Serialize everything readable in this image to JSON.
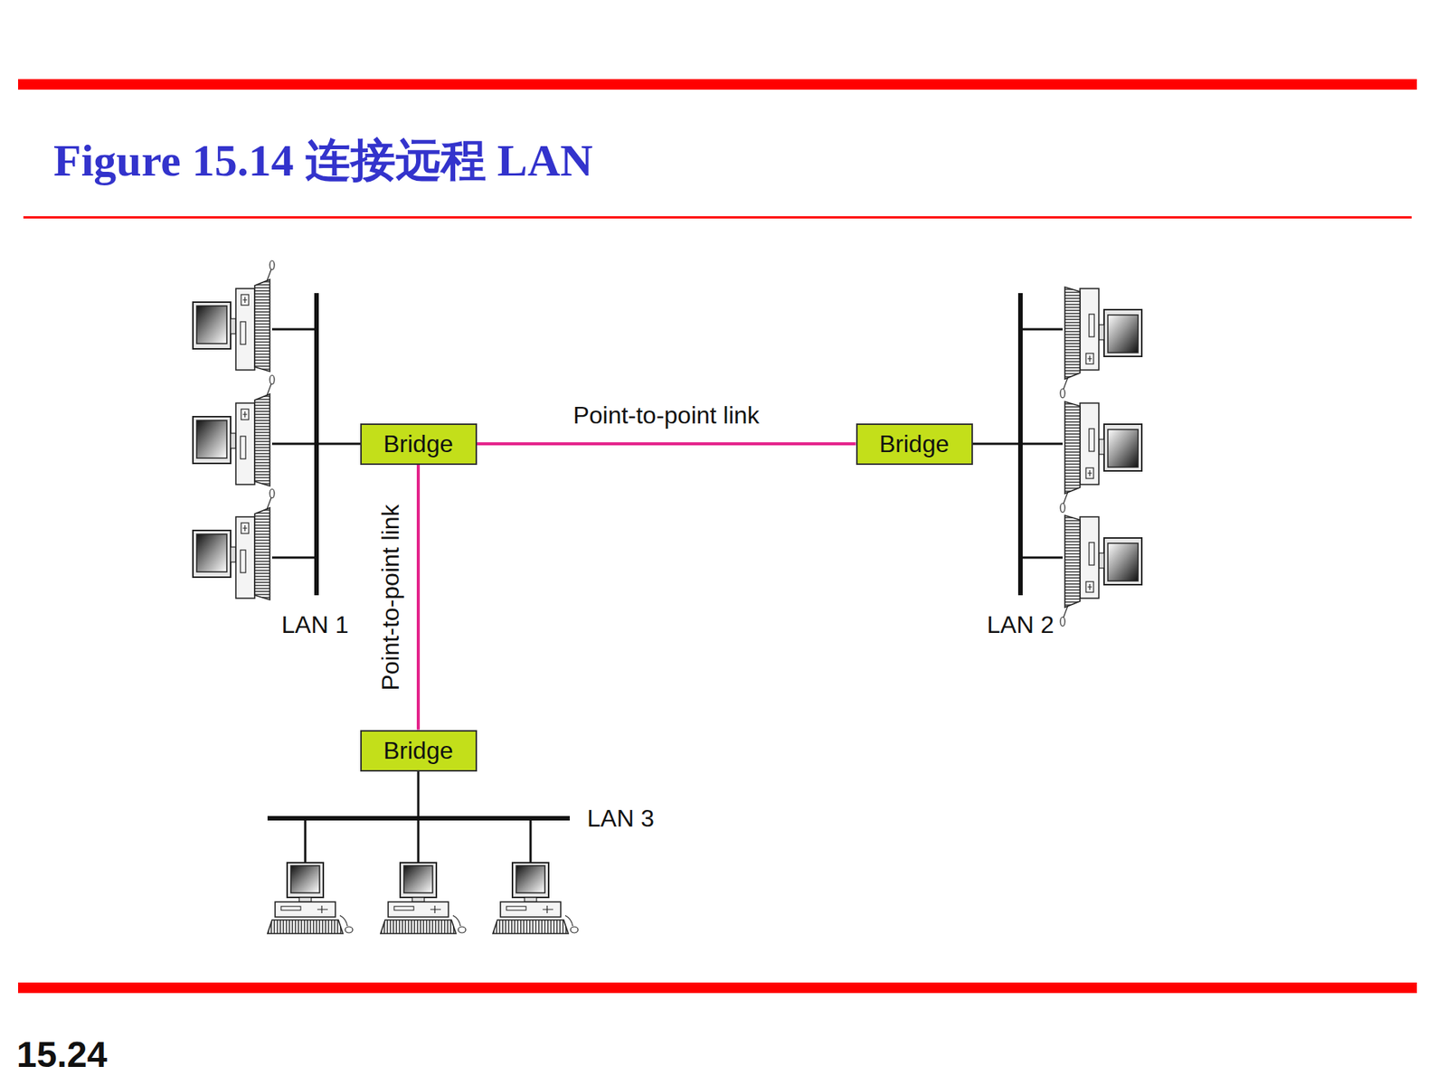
{
  "diagram": {
    "title": "Figure 15.14 连接远程 LAN",
    "nodes": [
      {
        "text": [
          "Bridge"
        ]
      },
      {
        "text": [
          "Bridge"
        ]
      },
      {
        "text": [
          "Bridge"
        ]
      }
    ],
    "edges": [
      {
        "from": 0,
        "to": 1,
        "arrow": "none",
        "label": "Point-to-point link"
      },
      {
        "from": 0,
        "to": 2,
        "arrow": "none",
        "label": "Point-to-point link"
      }
    ],
    "labels": [
      "LAN 1",
      "LAN 2",
      "LAN 3",
      "15.24"
    ]
  }
}
